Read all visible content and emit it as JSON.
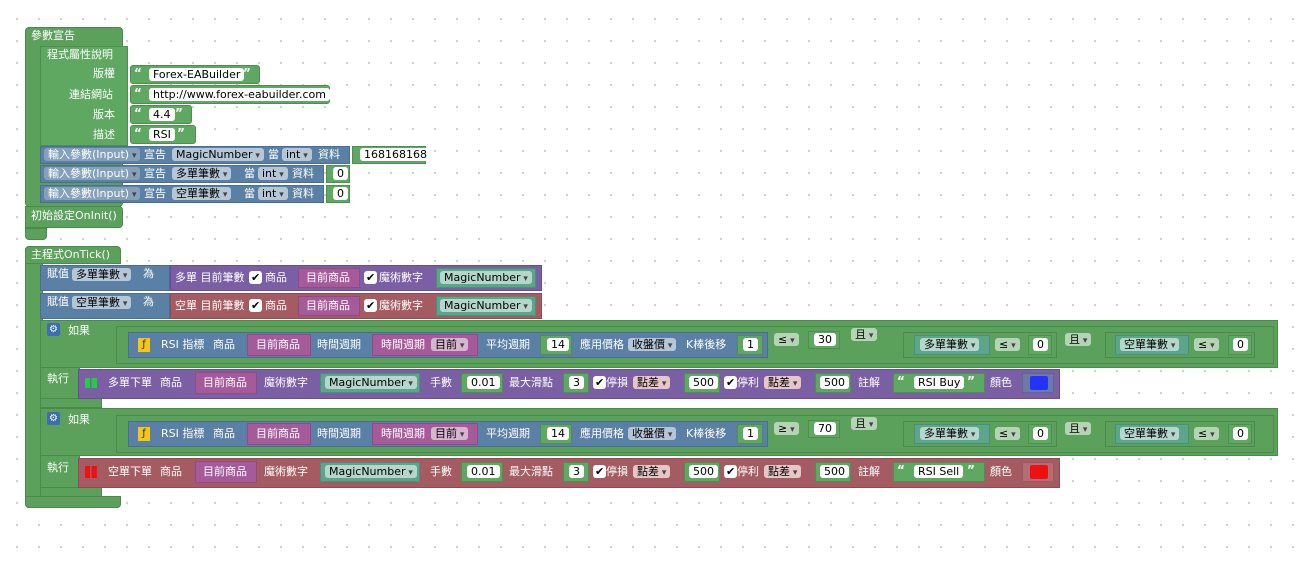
{
  "params": {
    "title": "參數宣告",
    "props_title": "程式屬性說明",
    "copyright": {
      "label": "版權",
      "value": "Forex-EABuilder"
    },
    "link": {
      "label": "連結網站",
      "value": "http://www.forex-eabuilder.com"
    },
    "version": {
      "label": "版本",
      "value": "4.4"
    },
    "desc": {
      "label": "描述",
      "value": "RSI"
    },
    "inputs": [
      {
        "kw": "輸入參數(Input)",
        "declare": "宣告",
        "name": "MagicNumber",
        "as": "當",
        "type": "int",
        "data": "資料",
        "value": "168168168"
      },
      {
        "kw": "輸入參數(Input)",
        "declare": "宣告",
        "name": "多單筆數",
        "as": "當",
        "type": "int",
        "data": "資料",
        "value": "0"
      },
      {
        "kw": "輸入參數(Input)",
        "declare": "宣告",
        "name": "空單筆數",
        "as": "當",
        "type": "int",
        "data": "資料",
        "value": "0"
      }
    ]
  },
  "oninit": {
    "title": "初始設定OnInit()"
  },
  "ontick": {
    "title": "主程式OnTick()",
    "assigns": [
      {
        "kw": "賦值",
        "var": "多單筆數",
        "as": "為",
        "func": "多單 目前筆數",
        "sym_label": "商品",
        "sym": "目前商品",
        "magic_label": "魔術數字",
        "magic": "MagicNumber"
      },
      {
        "kw": "賦值",
        "var": "空單筆數",
        "as": "為",
        "func": "空單 目前筆數",
        "sym_label": "商品",
        "sym": "目前商品",
        "magic_label": "魔術數字",
        "magic": "MagicNumber"
      }
    ],
    "ifs": [
      {
        "if_label": "如果",
        "do_label": "執行",
        "rsi": {
          "name": "RSI 指標",
          "sym_label": "商品",
          "sym": "目前商品",
          "tf_label": "時間週期",
          "tf_block": "時間週期",
          "tf": "目前",
          "period_label": "平均週期",
          "period": "14",
          "price_label": "應用價格",
          "price": "收盤價",
          "shift_label": "K棒後移",
          "shift": "1"
        },
        "cmp": "≤",
        "threshold": "30",
        "and1": "且",
        "c1_var": "多單筆數",
        "c1_op": "≤",
        "c1_val": "0",
        "and2": "且",
        "c2_var": "空單筆數",
        "c2_op": "≤",
        "c2_val": "0",
        "order": {
          "name": "多單下單",
          "sym_label": "商品",
          "sym": "目前商品",
          "magic_label": "魔術數字",
          "magic": "MagicNumber",
          "lots_label": "手數",
          "lots": "0.01",
          "slip_label": "最大滑點",
          "slip": "3",
          "sl_label": "停損",
          "sl_unit": "點差",
          "sl": "500",
          "tp_label": "停利",
          "tp_unit": "點差",
          "tp": "500",
          "note_label": "註解",
          "note": "RSI Buy",
          "color_label": "顏色",
          "color": "#2233ff"
        }
      },
      {
        "if_label": "如果",
        "do_label": "執行",
        "rsi": {
          "name": "RSI 指標",
          "sym_label": "商品",
          "sym": "目前商品",
          "tf_label": "時間週期",
          "tf_block": "時間週期",
          "tf": "目前",
          "period_label": "平均週期",
          "period": "14",
          "price_label": "應用價格",
          "price": "收盤價",
          "shift_label": "K棒後移",
          "shift": "1"
        },
        "cmp": "≥",
        "threshold": "70",
        "and1": "且",
        "c1_var": "多單筆數",
        "c1_op": "≤",
        "c1_val": "0",
        "and2": "且",
        "c2_var": "空單筆數",
        "c2_op": "≤",
        "c2_val": "0",
        "order": {
          "name": "空單下單",
          "sym_label": "商品",
          "sym": "目前商品",
          "magic_label": "魔術數字",
          "magic": "MagicNumber",
          "lots_label": "手數",
          "lots": "0.01",
          "slip_label": "最大滑點",
          "slip": "3",
          "sl_label": "停損",
          "sl_unit": "點差",
          "sl": "500",
          "tp_label": "停利",
          "tp_unit": "點差",
          "tp": "500",
          "note_label": "註解",
          "note": "RSI Sell",
          "color_label": "顏色",
          "color": "#ee1111"
        }
      }
    ]
  },
  "colors": {
    "buy_icon": "#22cc44",
    "sell_icon": "#ee1111"
  }
}
